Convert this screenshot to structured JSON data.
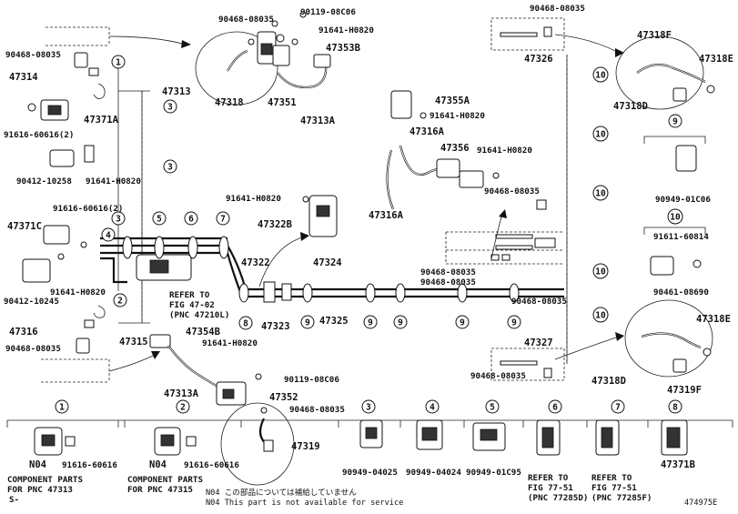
{
  "labels": {
    "p90119_08c06_top": "90119-08C06",
    "p90468_08035_top": "90468-08035",
    "p91641_h0820_top": "91641-H0820",
    "p47353b": "47353B",
    "p90468_08035_left": "90468-08035",
    "p47314": "47314",
    "p47313": "47313",
    "p47371a": "47371A",
    "p47318": "47318",
    "p47351": "47351",
    "p47313a_top": "47313A",
    "p91616_60616_2a": "91616-60616(2)",
    "p90412_10258": "90412-10258",
    "p91641_h0820_l1": "91641-H0820",
    "p91616_60616_2b": "91616-60616(2)",
    "p47371c": "47371C",
    "p90412_10245": "90412-10245",
    "p91641_h0820_l2": "91641-H0820",
    "p91641_h0820_mid": "91641-H0820",
    "p47322b": "47322B",
    "p47322": "47322",
    "p47323": "47323",
    "p47324": "47324",
    "p47325": "47325",
    "p47316": "47316",
    "p47315": "47315",
    "p90468_08035_l3": "90468-08035",
    "p47354b": "47354B",
    "p91641_h0820_b": "91641-H0820",
    "p47313a_bot": "47313A",
    "p90119_08c06_bot": "90119-08C06",
    "p47352": "47352",
    "p90468_08035_b": "90468-08035",
    "p47319": "47319",
    "p47355a": "47355A",
    "p91641_h0820_r1": "91641-H0820",
    "p47316a_top": "47316A",
    "p47356": "47356",
    "p91641_h0820_r2": "91641-H0820",
    "p47316a_bot": "47316A",
    "p90468_08035_r1": "90468-08035",
    "p90468_08035_r2": "90468-08035",
    "p90468_08035_r3": "90468-08035",
    "p90468_08035_r4": "90468-08035",
    "p90468_08035_tr": "90468-08035",
    "p47318f": "47318F",
    "p47326": "47326",
    "p47318e_top": "47318E",
    "p47318d_top": "47318D",
    "p90949_01c06": "90949-01C06",
    "p91611_60814": "91611-60814",
    "p90461_08690": "90461-08690",
    "p47327": "47327",
    "p47318e_bot": "47318E",
    "p90468_08035_br": "90468-08035",
    "p47318d_bot": "47318D",
    "p47319f": "47319F",
    "refer_4702_a": "REFER TO",
    "refer_4702_b": "FIG 47-02",
    "refer_4702_c": "(PNC 47210L)"
  },
  "callouts": [
    "1",
    "2",
    "3",
    "4",
    "5",
    "6",
    "7",
    "8",
    "9",
    "10"
  ],
  "legend": {
    "n04_a": "N04",
    "n04_b": "N04",
    "c1_part": "91616-60616",
    "c1_comp_a": "COMPONENT PARTS",
    "c1_comp_b": "FOR PNC 47313",
    "c2_part": "91616-60616",
    "c2_comp_a": "COMPONENT PARTS",
    "c2_comp_b": "FOR PNC 47315",
    "c3_part": "90949-04025",
    "c4_part": "90949-04024",
    "c5_part": "90949-01C95",
    "c6_ref_a": "REFER TO",
    "c6_ref_b": "FIG 77-51",
    "c6_ref_c": "(PNC 77285D)",
    "c7_ref_a": "REFER TO",
    "c7_ref_b": "FIG 77-51",
    "c7_ref_c": "(PNC 77285F)",
    "c8_part": "47371B"
  },
  "footer": {
    "s_mark": "S-",
    "note_jp": "N04  この部品については補給していません",
    "note_en": "N04  This part is not available for service",
    "fig_id": "474975E"
  }
}
